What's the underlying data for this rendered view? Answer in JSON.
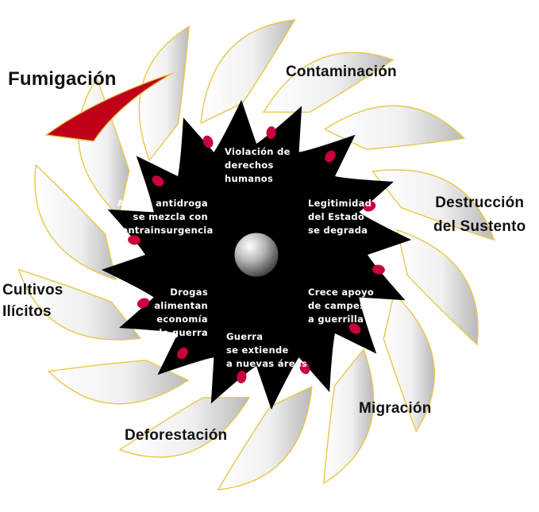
{
  "colors": {
    "accent_red": "#c00018",
    "center_black": "#000000",
    "blade_outline": "#e6c84a",
    "blade_shade": "#c9c9c9",
    "drop_red": "#c8003c"
  },
  "outer_labels": [
    {
      "id": "fumigacion",
      "text": "Fumigación",
      "highlighted": true
    },
    {
      "id": "contaminacion",
      "text": "Contaminación",
      "highlighted": false
    },
    {
      "id": "destruccion",
      "text": "Destrucción\ndel Sustento",
      "highlighted": false
    },
    {
      "id": "migracion",
      "text": "Migración",
      "highlighted": false
    },
    {
      "id": "deforestacion",
      "text": "Deforestación",
      "highlighted": false
    },
    {
      "id": "cultivos",
      "text": "Cultivos\nIlícitos",
      "highlighted": false
    }
  ],
  "inner_labels": [
    {
      "id": "violacion",
      "text": "Violación de\nderechos\nhumanos"
    },
    {
      "id": "legitimidad",
      "text": "Legitimidad\ndel Estado\nse degrada"
    },
    {
      "id": "apoyo",
      "text": "Crece apoyo\nde campesinos\na guerrilla"
    },
    {
      "id": "guerra",
      "text": "Guerra\nse extiende\na nuevas áreas"
    },
    {
      "id": "drogas",
      "text": "Drogas alimentan\neconomía\nde guerra"
    },
    {
      "id": "accion",
      "text": "Acción antidroga\nse mezcla con\ncontrainsurgencia"
    }
  ]
}
